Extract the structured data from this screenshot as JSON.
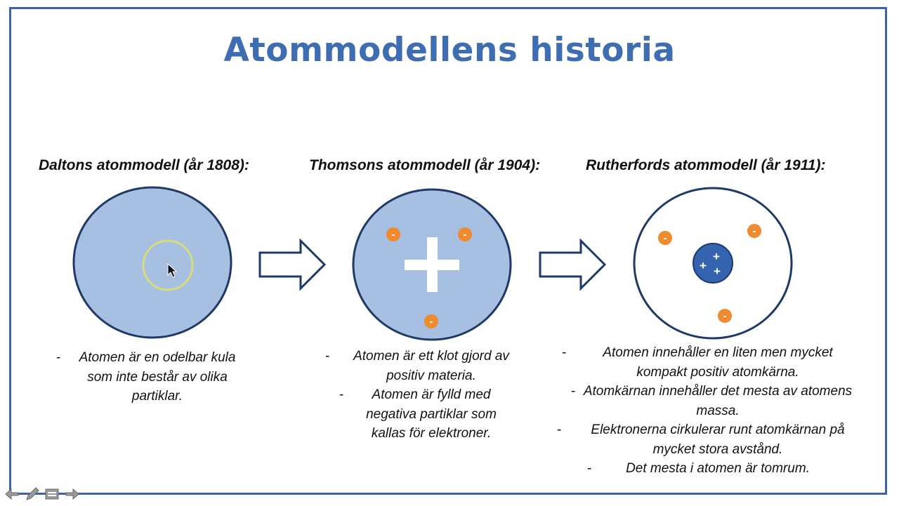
{
  "title": "Atommodellens historia",
  "models": [
    {
      "heading": "Daltons atommodell (år 1808):",
      "points": [
        "Atomen är en odelbar kula som inte består av olika partiklar."
      ]
    },
    {
      "heading": "Thomsons atommodell (år 1904):",
      "points": [
        "Atomen är ett klot gjord av positiv materia.",
        "Atomen är fylld med negativa partiklar som kallas för elektroner."
      ]
    },
    {
      "heading": "Rutherfords atommodell (år 1911):",
      "points": [
        "Atomen innehåller en liten men mycket kompakt positiv atomkärna.",
        "Atomkärnan innehåller det mesta av atomens massa.",
        "Elektronerna cirkulerar runt atomkärnan på mycket stora avstånd.",
        "Det mesta i atomen är tomrum."
      ]
    }
  ],
  "symbols": {
    "minus": "-",
    "plus": "+",
    "bullet": "-"
  },
  "colors": {
    "title": "#3f6db1",
    "frame": "#3e64a6",
    "atom_fill": "#a7bfe0",
    "atom_stroke": "#1f3a68",
    "electron": "#ef8a2f",
    "nucleus": "#3464b0",
    "highlight": "#d6dc7a"
  },
  "icons": [
    "back-arrow-icon",
    "pen-icon",
    "slides-menu-icon",
    "forward-arrow-icon"
  ]
}
